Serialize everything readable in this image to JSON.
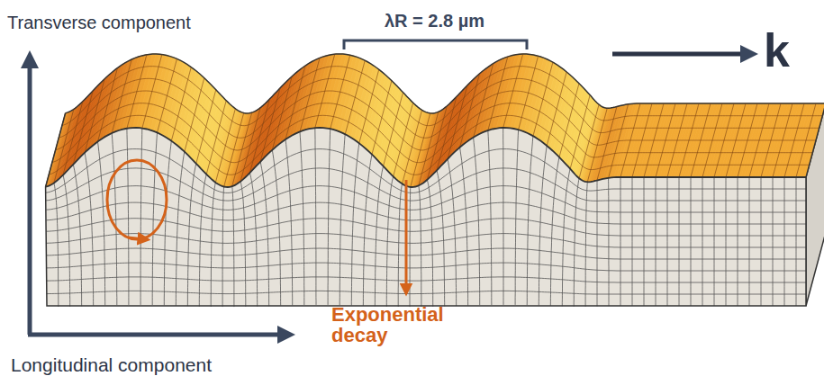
{
  "diagram": {
    "labels": [
      "Transverse component",
      "λR = 2.8 µm",
      "k",
      "Exponential decay",
      "Longitudinal component"
    ]
  }
}
